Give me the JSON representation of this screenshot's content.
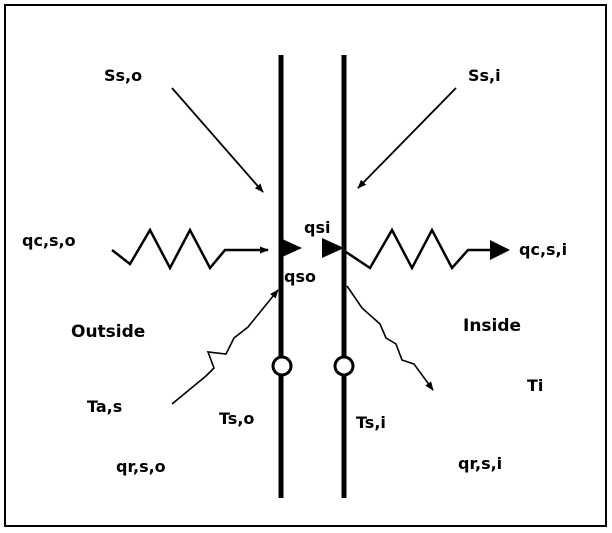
{
  "labels": {
    "ss_o": "Ss,o",
    "ss_i": "Ss,i",
    "qc_s_o": "qc,s,o",
    "qc_s_i": "qc,s,i",
    "qsi": "qsi",
    "qso": "qso",
    "outside": "Outside",
    "inside": "Inside",
    "ta_s": "Ta,s",
    "ti": "Ti",
    "ts_o": "Ts,o",
    "ts_i": "Ts,i",
    "qr_s_o": "qr,s,o",
    "qr_s_i": "qr,s,i"
  },
  "colors": {
    "ink": "#000000",
    "background": "#ffffff"
  }
}
